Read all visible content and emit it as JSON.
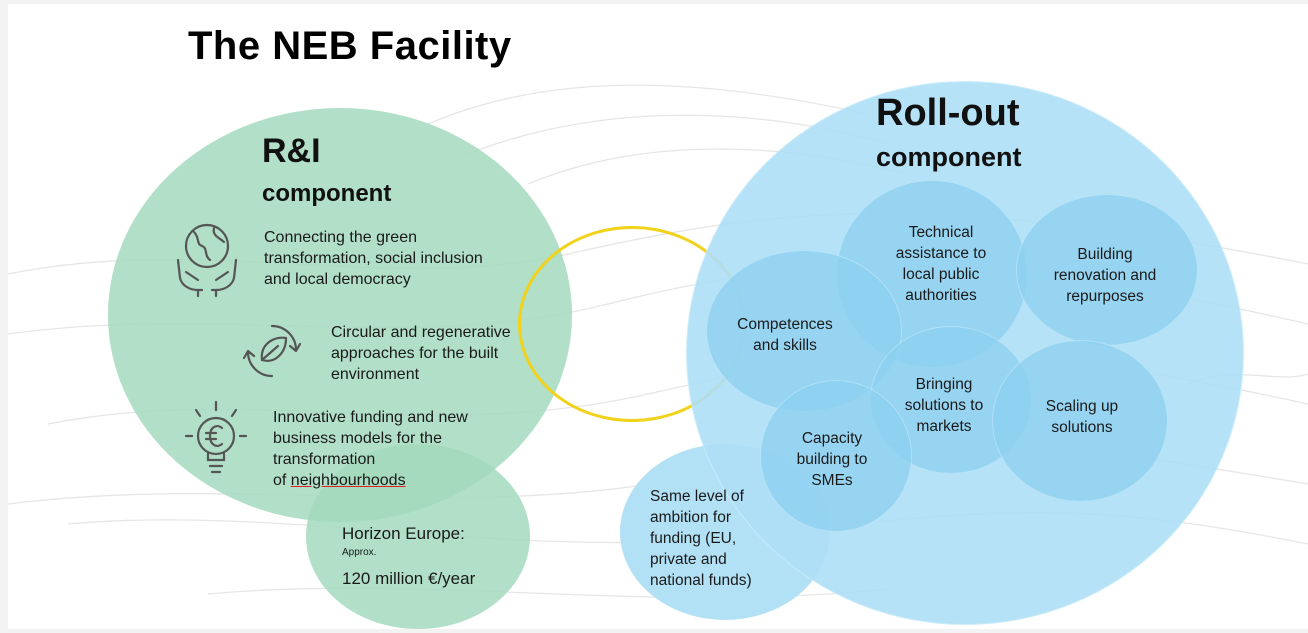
{
  "title": "The NEB Facility",
  "ri": {
    "heading": "R&I",
    "subheading": "component",
    "items": [
      {
        "icon": "hands-globe-icon",
        "lines": [
          "Connecting the green",
          "transformation, social inclusion",
          "and local democracy"
        ]
      },
      {
        "icon": "recycle-leaf-icon",
        "lines": [
          "Circular and regenerative",
          "approaches for the built",
          "environment"
        ]
      },
      {
        "icon": "euro-lightbulb-icon",
        "lines": [
          "Innovative funding and new",
          "business models for the",
          "transformation"
        ],
        "last_prefix": "of ",
        "last_word": "neighbourhoods"
      }
    ],
    "funding": {
      "label": "Horizon Europe:",
      "approx": "Approx.",
      "amount": "120 million €/year"
    }
  },
  "rollout": {
    "heading": "Roll-out",
    "subheading": "component",
    "circles": [
      {
        "key": "technical",
        "lines": [
          "Technical",
          "assistance to",
          "local public",
          "authorities"
        ]
      },
      {
        "key": "building",
        "lines": [
          "Building",
          "renovation and",
          "repurposes"
        ]
      },
      {
        "key": "competences",
        "lines": [
          "Competences",
          "and skills"
        ]
      },
      {
        "key": "bringing",
        "lines": [
          "Bringing",
          "solutions to",
          "markets"
        ]
      },
      {
        "key": "scaling",
        "lines": [
          "Scaling up",
          "solutions"
        ]
      },
      {
        "key": "capacity",
        "lines": [
          "Capacity",
          "building to",
          "SMEs"
        ]
      }
    ],
    "funding_lines": [
      "Same level of",
      "ambition for",
      "funding (EU,",
      "private and",
      "national funds)"
    ]
  },
  "colors": {
    "green": "#a3d9bd",
    "blue": "#aedff6",
    "yellow": "#f2d21a"
  }
}
